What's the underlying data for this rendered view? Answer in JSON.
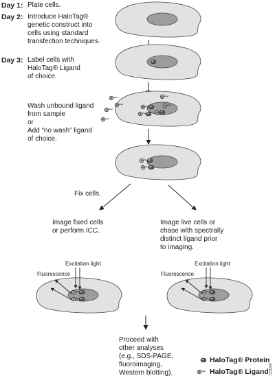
{
  "day1": {
    "label": "Day 1:",
    "text": "Plate cells."
  },
  "day2": {
    "label": "Day 2:",
    "lines": [
      "Introduce HaloTag®",
      "genetic construct into",
      "cells using standard",
      "transfection techniques."
    ]
  },
  "day3": {
    "label": "Day 3:",
    "lines": [
      "Label cells with",
      "HaloTag® Ligand",
      "of choice."
    ]
  },
  "wash": {
    "lines": [
      "Wash unbound ligand",
      "from sample",
      "or",
      "Add “no wash” ligand",
      "of choice."
    ]
  },
  "fix": {
    "text": "Fix cells."
  },
  "image_fixed": {
    "lines": [
      "Image fixed cells",
      "or perform ICC."
    ]
  },
  "image_live": {
    "lines": [
      "Image live cells or",
      "chase with spectrally",
      "distinct ligand prior",
      "to imaging."
    ]
  },
  "excitation_label": "Excitation light",
  "fluorescence_label": "Fluorescence",
  "proceed": {
    "lines": [
      "Proceed with",
      "other analyses",
      "(e.g., SDS-PAGE,",
      "fluoroimaging,",
      "Western blotting)."
    ]
  },
  "legend": {
    "protein": "HaloTag® Protein",
    "ligand": "HaloTag® Ligand"
  },
  "figure_code": "7331MA",
  "colors": {
    "cell": "#e2e2e2",
    "nucleus": "#9d9d9d",
    "outline": "#444444",
    "protein": "#5a5a5a"
  }
}
